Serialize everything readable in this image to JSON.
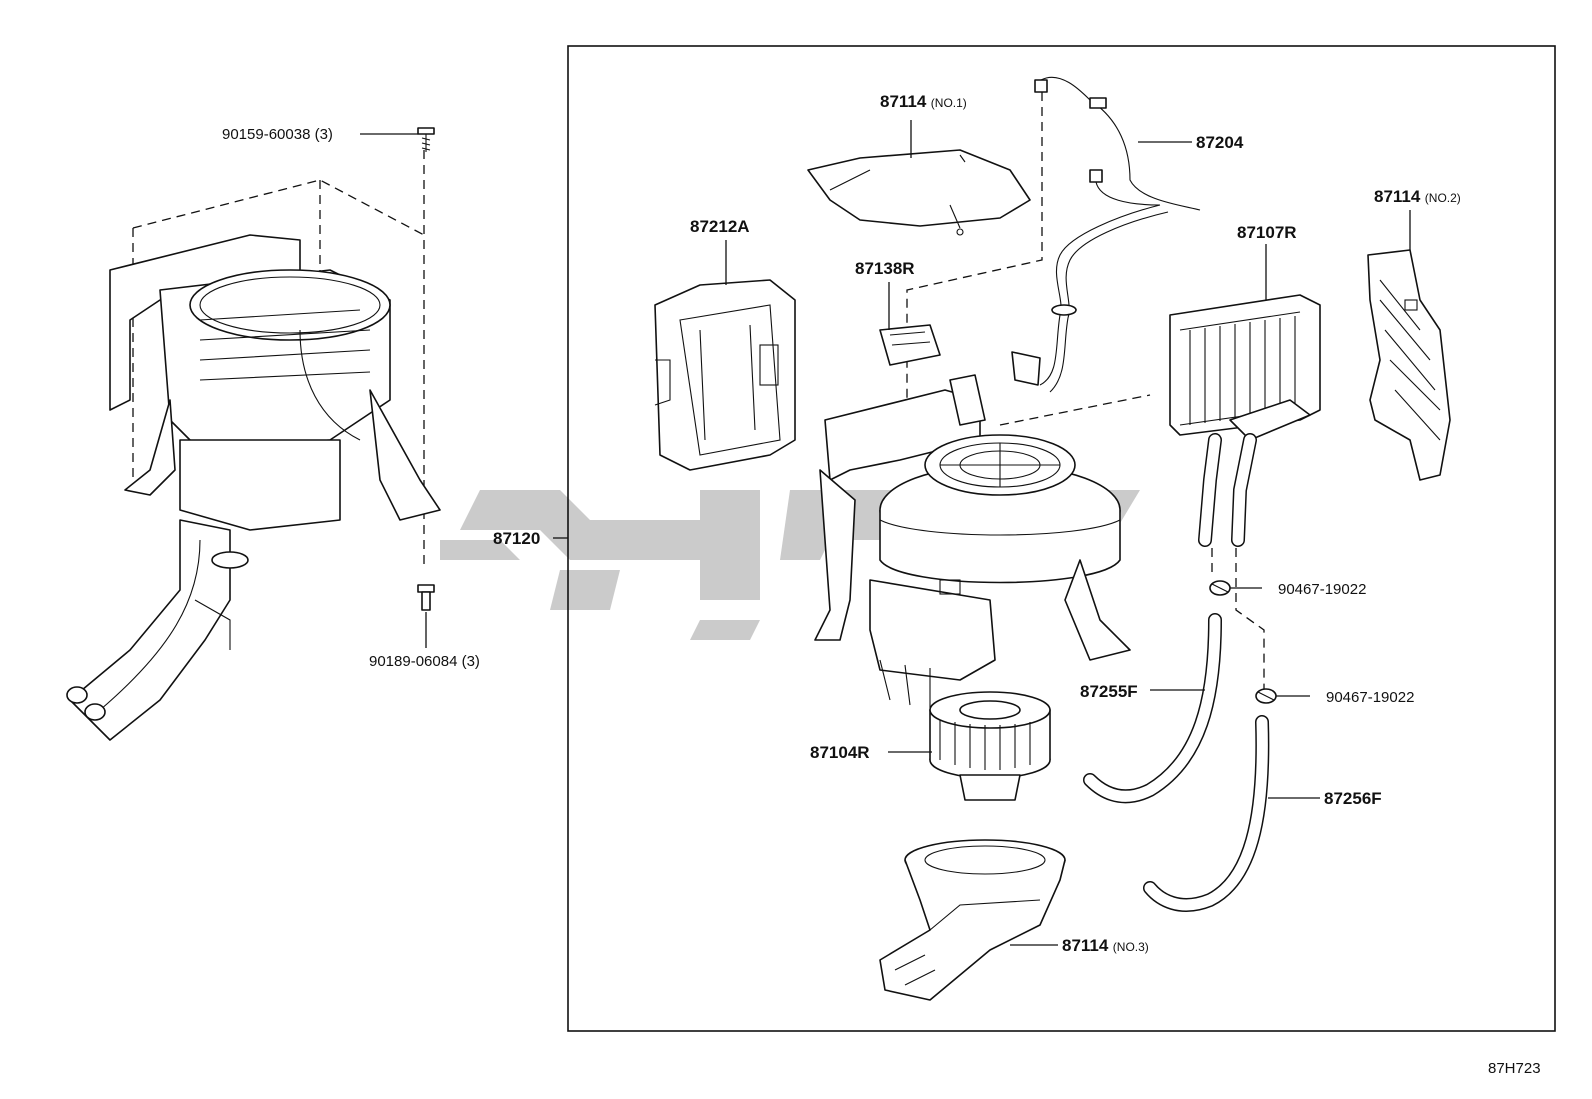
{
  "diagram": {
    "callouts": [
      {
        "id": "90159-60038",
        "part": "90159-60038",
        "qty": "(3)"
      },
      {
        "id": "90189-06084",
        "part": "90189-06084",
        "qty": "(3)"
      },
      {
        "id": "87114-no1",
        "part": "87114",
        "note": "(NO.1)"
      },
      {
        "id": "87204",
        "part": "87204"
      },
      {
        "id": "87114-no2",
        "part": "87114",
        "note": "(NO.2)"
      },
      {
        "id": "87212A",
        "part": "87212A"
      },
      {
        "id": "87138R",
        "part": "87138R"
      },
      {
        "id": "87107R",
        "part": "87107R"
      },
      {
        "id": "87120",
        "part": "87120"
      },
      {
        "id": "90467-19022-a",
        "part": "90467-19022"
      },
      {
        "id": "90467-19022-b",
        "part": "90467-19022"
      },
      {
        "id": "87255F",
        "part": "87255F"
      },
      {
        "id": "87104R",
        "part": "87104R"
      },
      {
        "id": "87256F",
        "part": "87256F"
      },
      {
        "id": "87114-no3",
        "part": "87114",
        "note": "(NO.3)"
      }
    ],
    "figure_code": "87H723"
  }
}
